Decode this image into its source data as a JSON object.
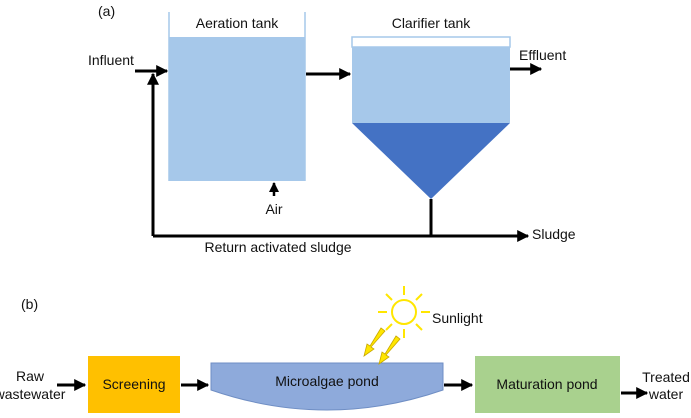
{
  "panel_a": {
    "tag": "(a)",
    "aeration_tank": "Aeration tank",
    "clarifier_tank": "Clarifier tank",
    "influent": "Influent",
    "effluent": "Effluent",
    "air": "Air",
    "sludge": "Sludge",
    "return_sludge": "Return activated sludge"
  },
  "panel_b": {
    "tag": "(b)",
    "raw_line1": "Raw",
    "raw_line2": "wastewater",
    "screening": "Screening",
    "microalgae_pond": "Microalgae pond",
    "maturation_pond": "Maturation pond",
    "treated_line1": "Treated",
    "treated_line2": "water",
    "sunlight": "Sunlight"
  },
  "colors": {
    "water_light": "#a6c8ea",
    "sludge_dark": "#4472c4",
    "screening": "#ffc000",
    "pond": "#8eaadb",
    "maturation": "#a9d18e",
    "sun": "#ffe600"
  }
}
